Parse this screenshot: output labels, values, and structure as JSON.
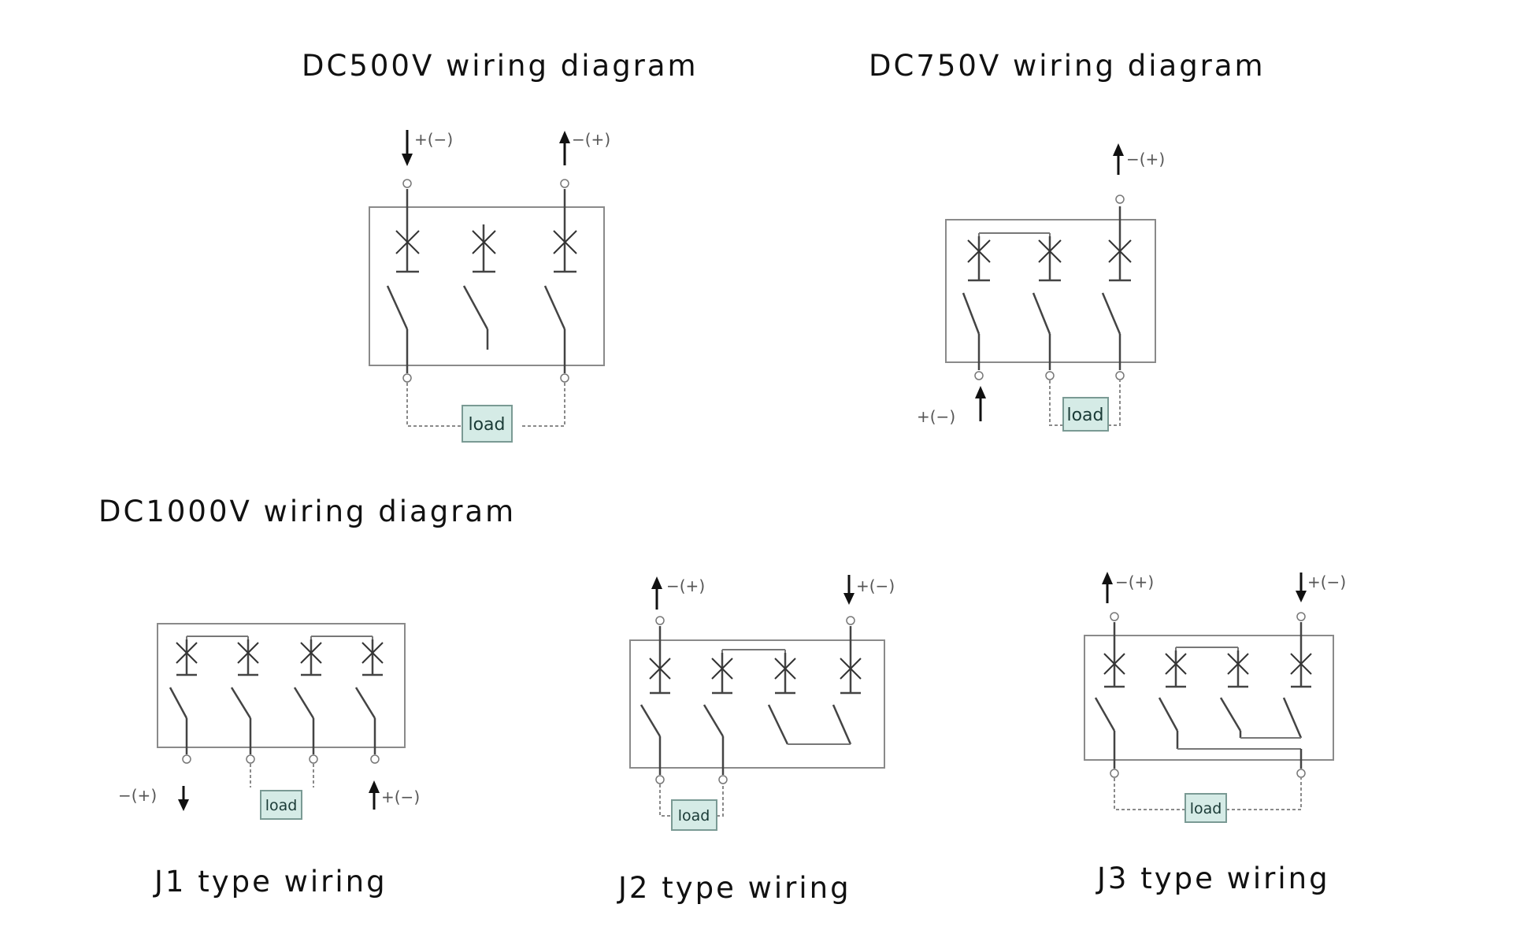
{
  "titles": {
    "dc500": "DC500V wiring diagram",
    "dc750": "DC750V wiring diagram",
    "dc1000": "DC1000V wiring diagram"
  },
  "captions": {
    "j1": "J1 type wiring",
    "j2": "J2 type wiring",
    "j3": "J3 type wiring"
  },
  "diagram_text": {
    "load": "load",
    "plus_minus": "+(−)",
    "minus_plus": "−(+)"
  }
}
